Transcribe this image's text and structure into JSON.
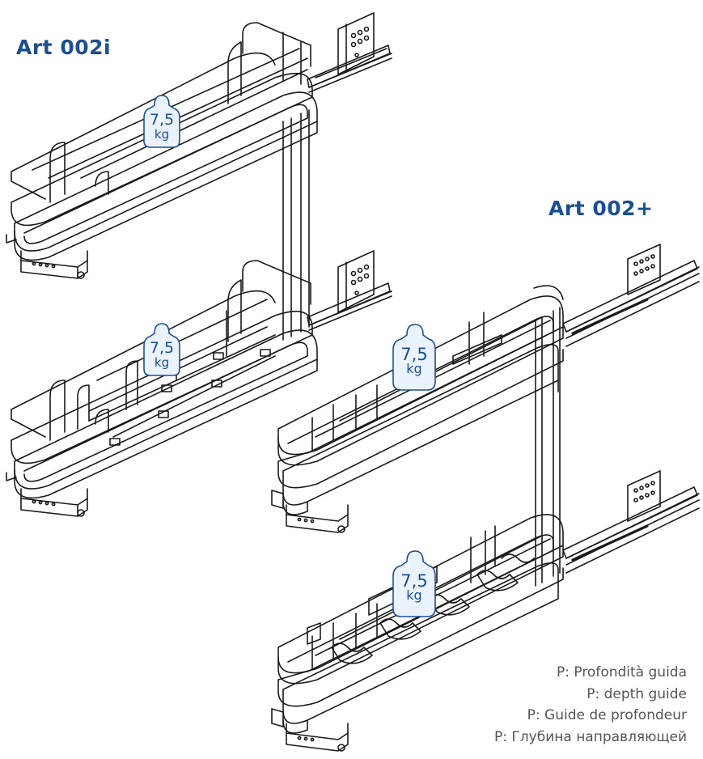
{
  "titles": {
    "left": "Art 002i",
    "right": "Art 002+"
  },
  "weights": {
    "value": "7,5",
    "unit": "kg"
  },
  "legend": {
    "it": "P: Profondità guida",
    "en": "P: depth guide",
    "fr": "P: Guide de profondeur",
    "ru": "P: Глубина направляющей"
  },
  "colors": {
    "title": "#1b4f8f",
    "line": "#1a1a1a",
    "weight_stroke": "#1b4f8f",
    "weight_fill": "#eaf2fb",
    "legend_text": "#555555"
  }
}
